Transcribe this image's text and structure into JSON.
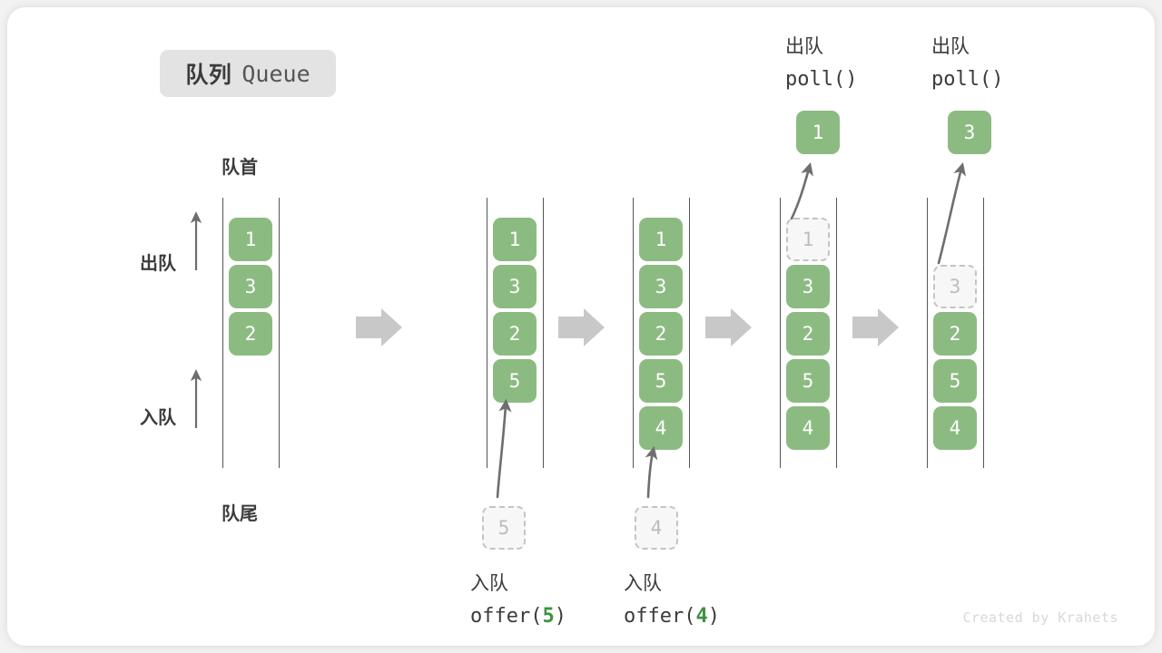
{
  "title": {
    "cn": "队列",
    "en": "Queue"
  },
  "labels": {
    "front": "队首",
    "rear": "队尾",
    "dequeue": "出队",
    "enqueue": "入队"
  },
  "credit": "Created by Krahets",
  "colors": {
    "element_green": "#8cbb82",
    "code_green": "#3f9142",
    "ghost_gray": "#c4c4c4",
    "arrow_gray": "#c8c8c8",
    "line_gray": "#555555",
    "chip_bg": "#e3e3e3",
    "text_dark": "#3b3b3b"
  },
  "side_arrows": [
    {
      "label": "出队",
      "direction": "up",
      "name": "dequeue-direction"
    },
    {
      "label": "入队",
      "direction": "up",
      "name": "enqueue-direction"
    }
  ],
  "steps": [
    {
      "id": "initial",
      "name": "queue-state-initial",
      "cells": [
        {
          "value": "1",
          "state": "filled"
        },
        {
          "value": "3",
          "state": "filled"
        },
        {
          "value": "2",
          "state": "filled"
        }
      ],
      "pending": null,
      "popped": null,
      "op_cn": "",
      "op_code": "",
      "op_arg": ""
    },
    {
      "id": "offer-5",
      "name": "queue-state-after-offer-5",
      "cells": [
        {
          "value": "1",
          "state": "filled"
        },
        {
          "value": "3",
          "state": "filled"
        },
        {
          "value": "2",
          "state": "filled"
        },
        {
          "value": "5",
          "state": "filled"
        }
      ],
      "pending": {
        "value": "5"
      },
      "popped": null,
      "op_cn": "入队",
      "op_code_prefix": "offer(",
      "op_arg": "5",
      "op_code_suffix": ")"
    },
    {
      "id": "offer-4",
      "name": "queue-state-after-offer-4",
      "cells": [
        {
          "value": "1",
          "state": "filled"
        },
        {
          "value": "3",
          "state": "filled"
        },
        {
          "value": "2",
          "state": "filled"
        },
        {
          "value": "5",
          "state": "filled"
        },
        {
          "value": "4",
          "state": "filled"
        }
      ],
      "pending": {
        "value": "4"
      },
      "popped": null,
      "op_cn": "入队",
      "op_code_prefix": "offer(",
      "op_arg": "4",
      "op_code_suffix": ")"
    },
    {
      "id": "poll-1",
      "name": "queue-state-after-poll-1",
      "cells": [
        {
          "value": "1",
          "state": "ghost"
        },
        {
          "value": "3",
          "state": "filled"
        },
        {
          "value": "2",
          "state": "filled"
        },
        {
          "value": "5",
          "state": "filled"
        },
        {
          "value": "4",
          "state": "filled"
        }
      ],
      "pending": null,
      "popped": {
        "value": "1"
      },
      "op_cn": "出队",
      "op_code_prefix": "poll(",
      "op_arg": "",
      "op_code_suffix": ")"
    },
    {
      "id": "poll-3",
      "name": "queue-state-after-poll-3",
      "cells": [
        {
          "value": "",
          "state": "empty"
        },
        {
          "value": "3",
          "state": "ghost"
        },
        {
          "value": "2",
          "state": "filled"
        },
        {
          "value": "5",
          "state": "filled"
        },
        {
          "value": "4",
          "state": "filled"
        }
      ],
      "pending": null,
      "popped": {
        "value": "3"
      },
      "op_cn": "出队",
      "op_code_prefix": "poll(",
      "op_arg": "",
      "op_code_suffix": ")"
    }
  ],
  "flow_arrows": 4
}
